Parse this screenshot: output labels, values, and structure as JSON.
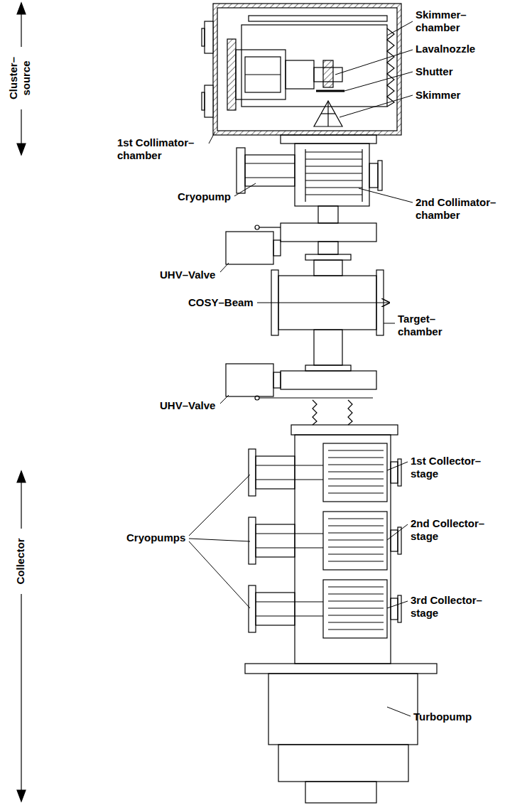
{
  "diagram": {
    "labels": [
      "Cluster– source",
      "Skimmer– chamber",
      "Lavalnozzle",
      "Shutter",
      "Skimmer",
      "1st Collimator– chamber",
      "Cryopump",
      "2nd Collimator– chamber",
      "UHV–Valve",
      "COSY–Beam",
      "Target– chamber",
      "UHV–Valve",
      "1st Collector– stage",
      "2nd Collector– stage",
      "3rd Collector– stage",
      "Cryopumps",
      "Collector",
      "Turbopump"
    ]
  }
}
